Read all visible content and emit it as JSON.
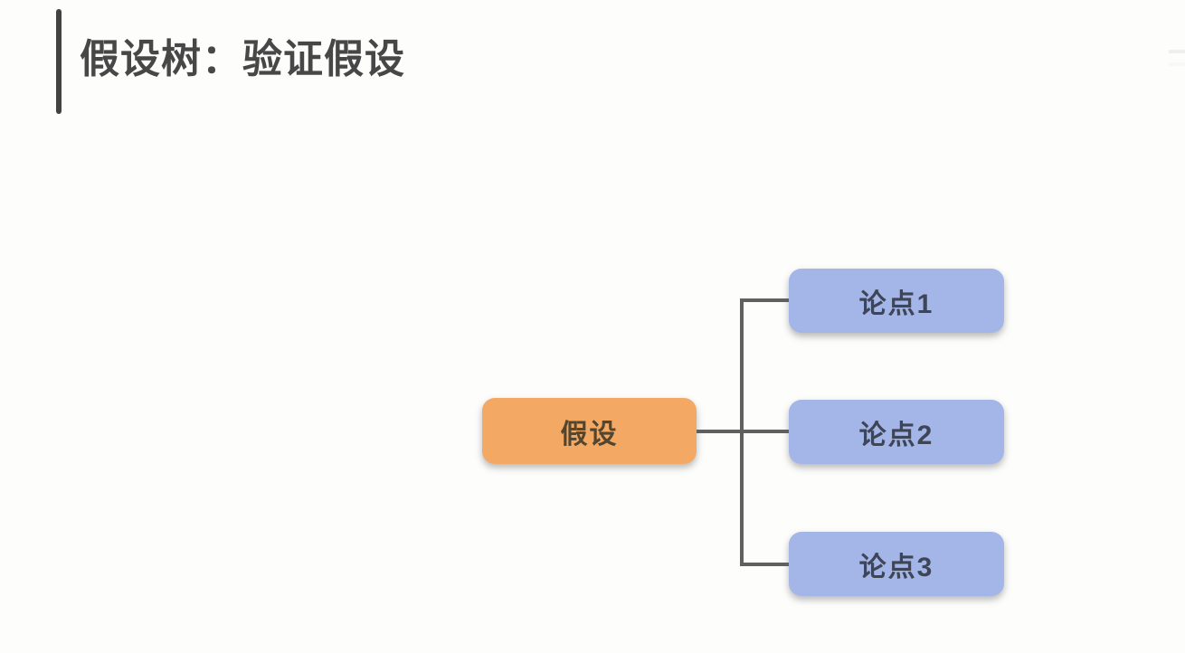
{
  "page": {
    "title": "假设树：验证假设",
    "background_color": "#fdfdfc",
    "title_color": "#474747",
    "accent_bar_color": "#424242"
  },
  "diagram": {
    "root": {
      "label": "假设",
      "fill": "#f3a964",
      "text_color": "#54462e"
    },
    "children": [
      {
        "label": "论点1"
      },
      {
        "label": "论点2"
      },
      {
        "label": "论点3"
      }
    ],
    "child_fill": "#a4b5e7",
    "child_text_color": "#3e4557",
    "connector_color": "#606060"
  }
}
